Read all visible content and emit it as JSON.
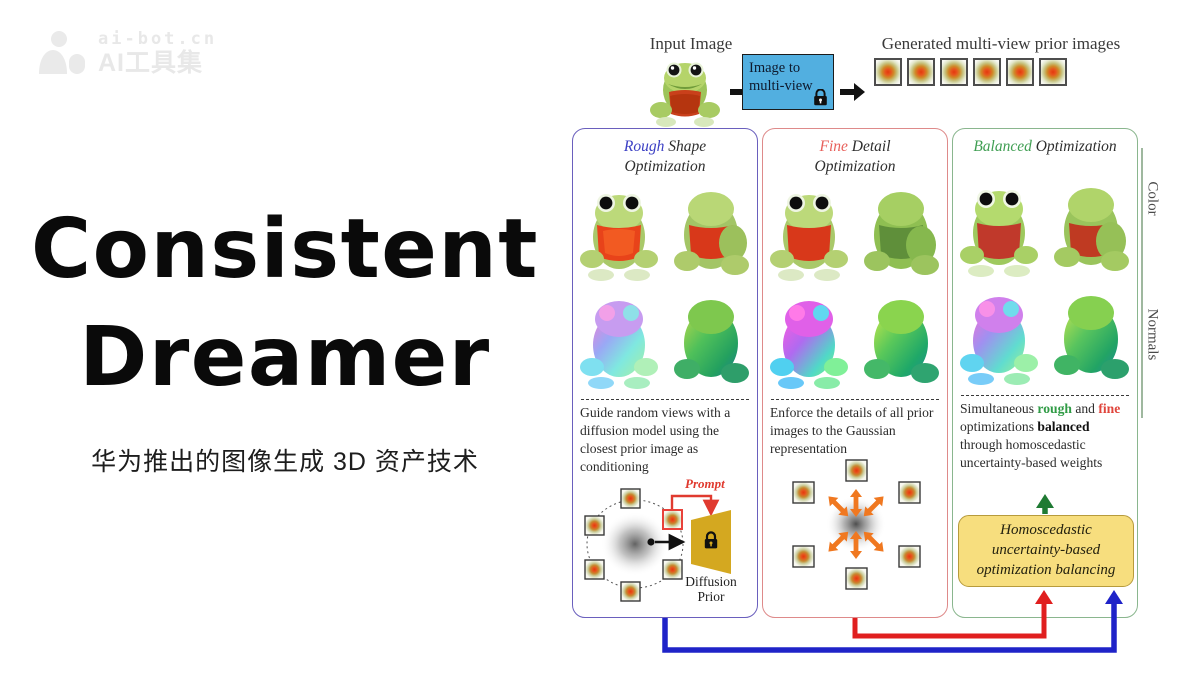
{
  "watermark": {
    "line1": "ai-bot.cn",
    "line2": "AI工具集",
    "icon": "ai-bot-logo-icon"
  },
  "hero": {
    "title_line1": "Consistent",
    "title_line2": "Dreamer",
    "subtitle": "华为推出的图像生成 3D 资产技术"
  },
  "figure": {
    "top": {
      "input_label": "Input Image",
      "generated_label": "Generated multi-view prior images",
      "module_label": "Image to multi-view",
      "module_lock_icon": "lock-icon",
      "module_color": "#52afe0",
      "prior_count": 6,
      "arrow_icon": "arrow-right-icon"
    },
    "panels": [
      {
        "title_accent": "Rough",
        "title_rest": " Shape",
        "title_line2": "Optimization",
        "accent_color": "#3b3fc4",
        "border_color": "#6a5fbd",
        "caption": "Guide random views with a diffusion model using the closest prior image as conditioning",
        "diagram": {
          "prompt_label": "Prompt",
          "prior_ring_count": 6,
          "diffusion_label_line1": "Diffusion",
          "diffusion_label_line2": "Prior",
          "diffusion_color": "#d4a820",
          "lock_icon": "lock-icon"
        }
      },
      {
        "title_accent": "Fine",
        "title_rest": " Detail",
        "title_line2": "Optimization",
        "accent_color": "#e8605b",
        "border_color": "#de8a8a",
        "caption": "Enforce the details of all prior images to the Gaussian representation",
        "diagram": {
          "prior_ring_count": 6,
          "arrow_color": "#f07820",
          "arrow_icon": "double-arrow-icon"
        }
      },
      {
        "title_accent": "Balanced",
        "title_rest": " Optimization",
        "title_line2": "",
        "accent_color": "#3f9e52",
        "border_color": "#8ab68e",
        "caption_parts": {
          "p1": "Simultaneous ",
          "rough": "rough",
          "p2": " and ",
          "fine": "fine",
          "p3": " optimizations ",
          "balanced": "balanced",
          "p4": " through homoscedastic uncertainty-based weights"
        }
      }
    ],
    "side_labels": {
      "color": "Color",
      "normals": "Normals"
    },
    "balancing_box": {
      "line1": "Homoscedastic",
      "line2": "uncertainty-based",
      "line3": "optimization balancing",
      "fill": "#f7de7e",
      "border": "#b79b3c"
    },
    "connectors": {
      "blue_color": "#1f23c8",
      "red_color": "#e01f1f",
      "green_color": "#1f7a33"
    }
  }
}
